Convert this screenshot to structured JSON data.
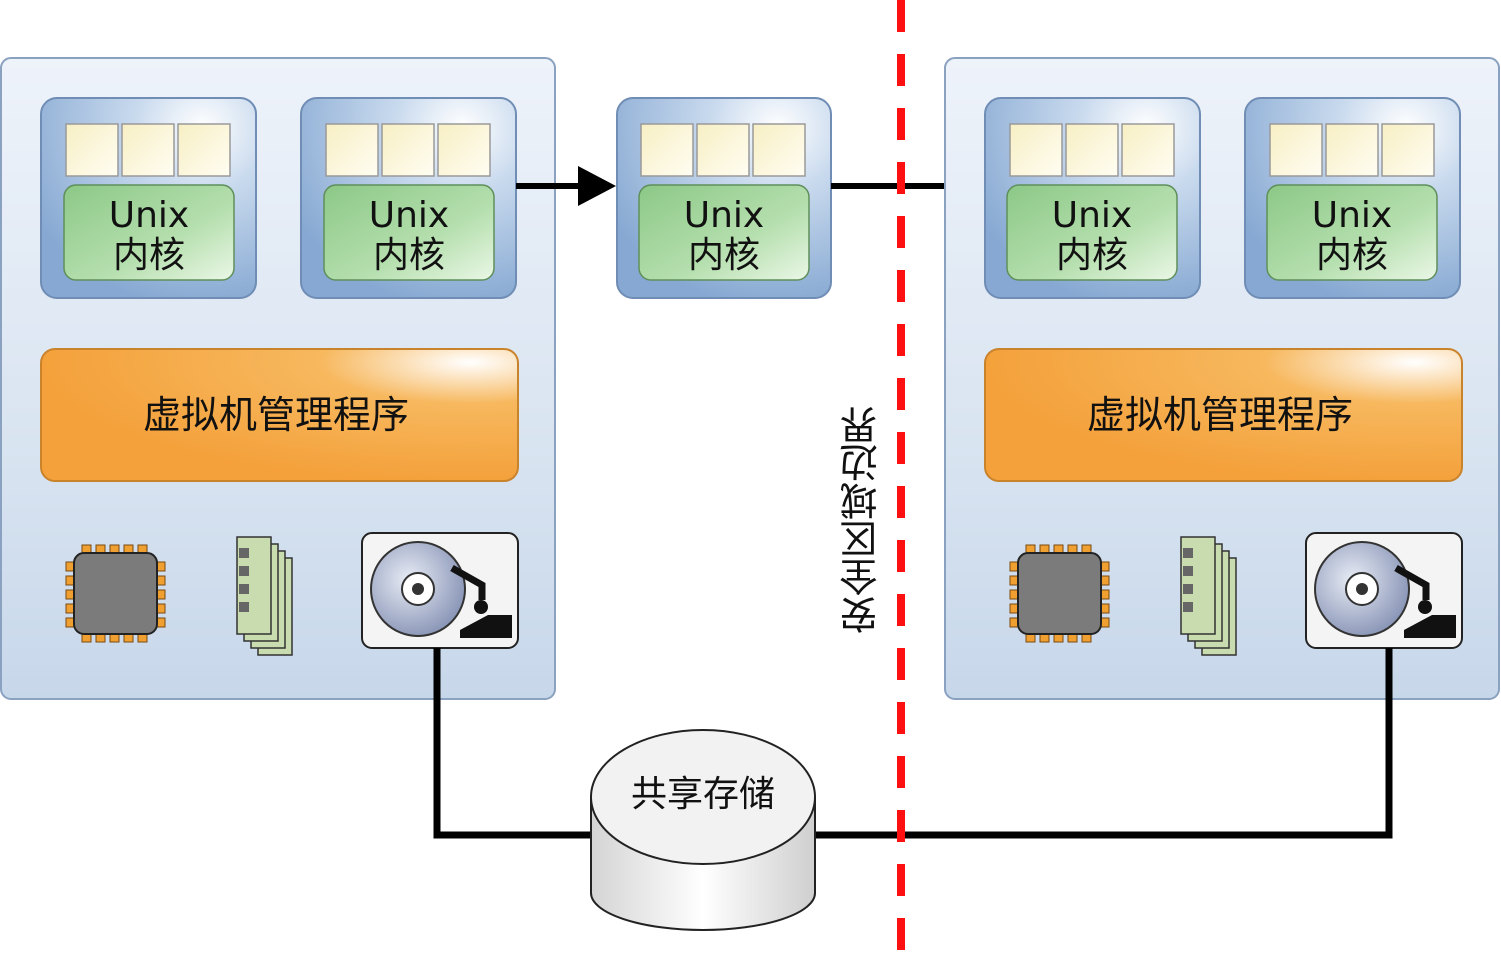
{
  "host_left": {
    "vms": [
      {
        "kernel_line1": "Unix",
        "kernel_line2": "内核"
      },
      {
        "kernel_line1": "Unix",
        "kernel_line2": "内核"
      }
    ],
    "hypervisor_label": "虚拟机管理程序"
  },
  "migrating_vm": {
    "kernel_line1": "Unix",
    "kernel_line2": "内核"
  },
  "host_right": {
    "vms": [
      {
        "kernel_line1": "Unix",
        "kernel_line2": "内核"
      },
      {
        "kernel_line1": "Unix",
        "kernel_line2": "内核"
      }
    ],
    "hypervisor_label": "虚拟机管理程序"
  },
  "shared_storage_label": "共享存储",
  "security_boundary_label": "安全区域边界",
  "colors": {
    "host_fill": "#cfdcec",
    "vm_fill": "#9fbcdd",
    "kernel_fill": "#9fd19a",
    "app_fill": "#fbf6d6",
    "hypervisor_fill": "#f5a441",
    "boundary_line": "#ff0000",
    "connector": "#000000"
  },
  "icons": [
    "cpu-icon",
    "memory-icon",
    "disk-icon",
    "arrow-right-icon",
    "storage-cylinder-icon"
  ]
}
